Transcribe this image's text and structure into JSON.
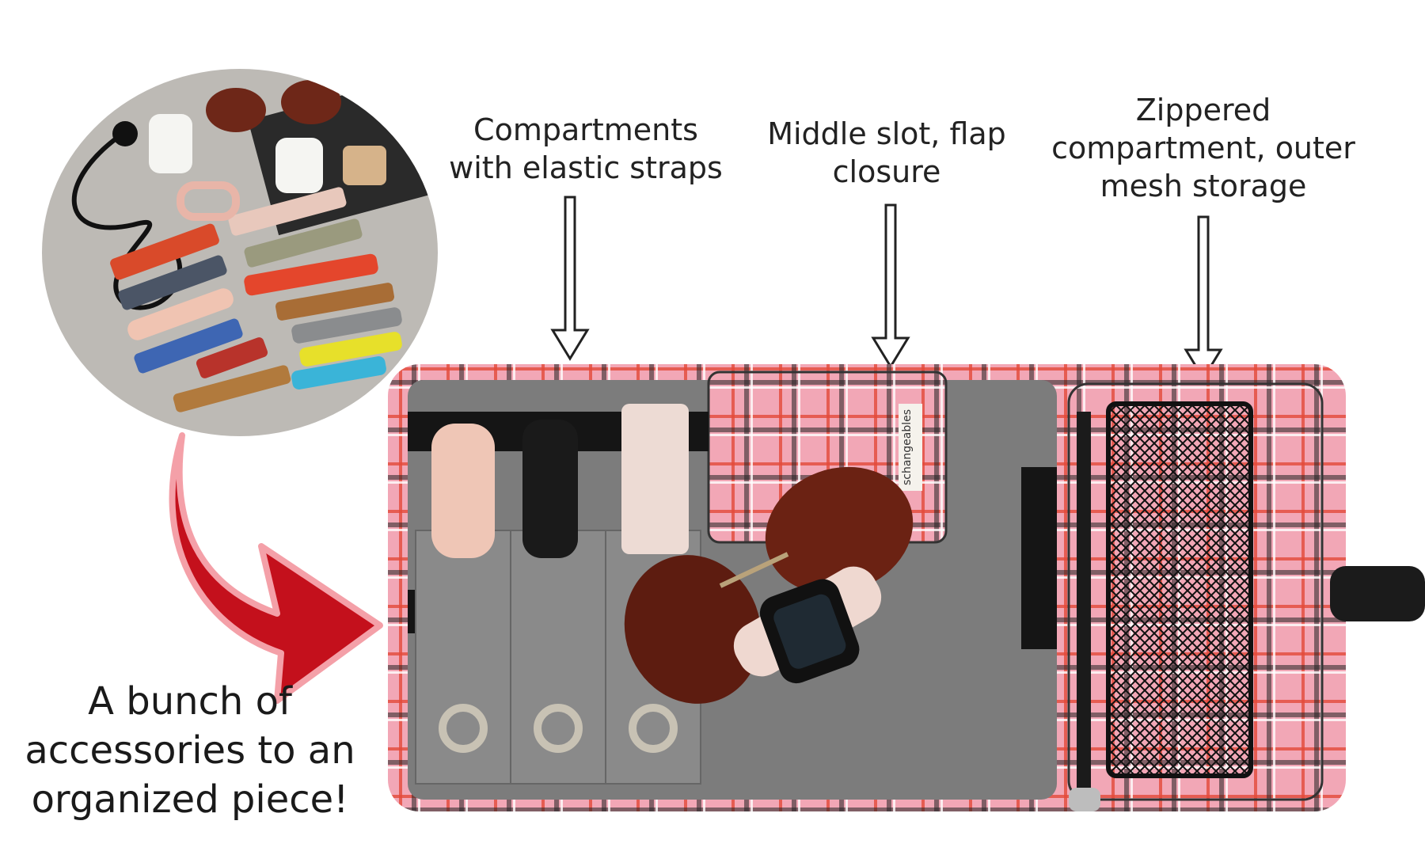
{
  "labels": {
    "left": [
      "Compartments",
      "with elastic straps"
    ],
    "middle": [
      "Middle slot, flap",
      "closure"
    ],
    "right": [
      "Zippered",
      "compartment, outer",
      "mesh storage"
    ]
  },
  "caption": [
    "A bunch of",
    "accessories to an",
    "organized piece!"
  ],
  "brand_tag": "schangeables",
  "colors": {
    "plaid_pink": "#f2a7b6",
    "lining_gray": "#7c7c7c",
    "strap_black": "#151515",
    "arrow_red": "#c4101c",
    "arrow_outline": "#f4a0a8"
  }
}
